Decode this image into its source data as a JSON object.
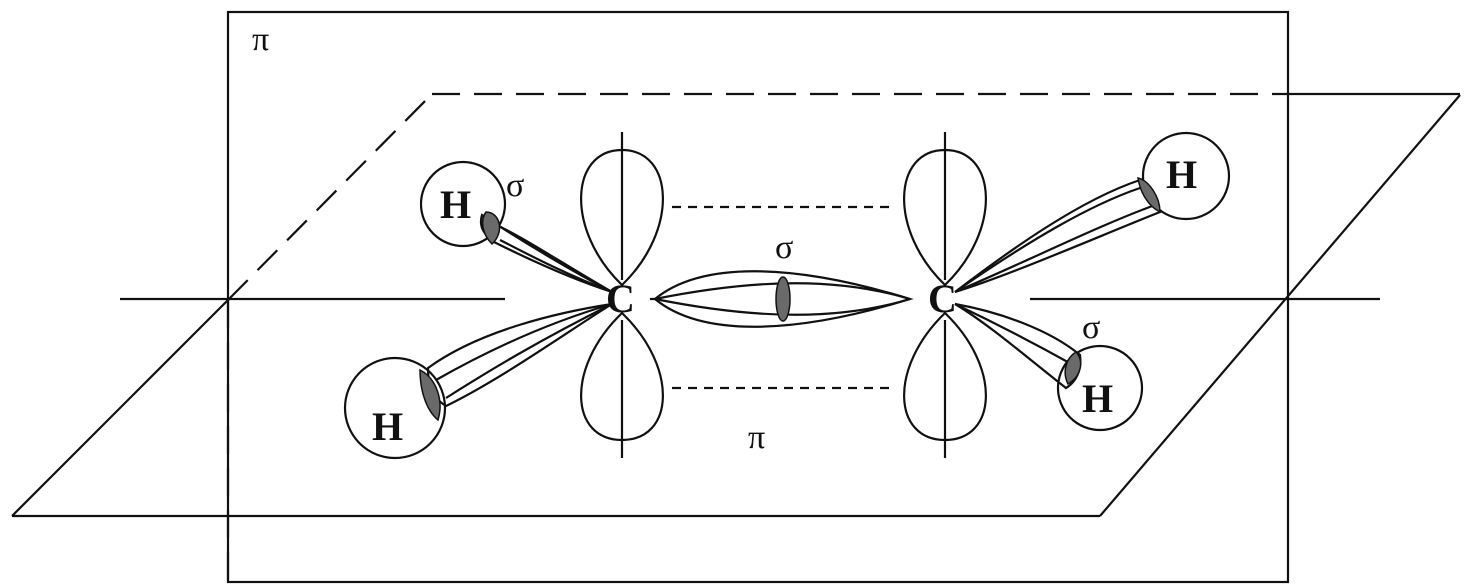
{
  "atoms": {
    "carbon_left": "C",
    "carbon_right": "C",
    "hydrogen_top_left": "H",
    "hydrogen_bottom_left": "H",
    "hydrogen_top_right": "H",
    "hydrogen_bottom_right": "H"
  },
  "bonds": {
    "pi_plane_label": "π",
    "pi_bond_label": "π",
    "sigma_cc_label": "σ",
    "sigma_ch_top_left_label": "σ",
    "sigma_ch_bottom_right_label": "σ"
  },
  "colors": {
    "line": "#111111",
    "overlap_shading": "#6a6a6a",
    "background": "#ffffff"
  }
}
